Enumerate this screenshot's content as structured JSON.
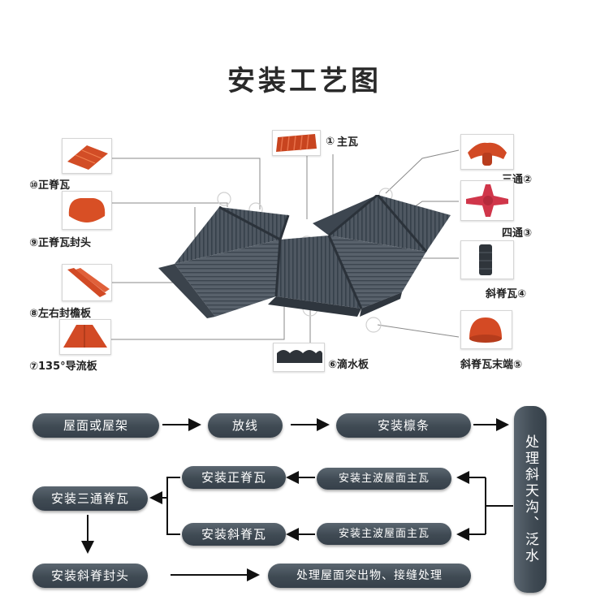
{
  "title": "安装工艺图",
  "parts": [
    {
      "num": "①",
      "text": "主瓦"
    },
    {
      "num": "②",
      "text": "三通"
    },
    {
      "num": "③",
      "text": "四通"
    },
    {
      "num": "④",
      "text": "斜脊瓦"
    },
    {
      "num": "⑤",
      "text": "斜脊瓦末端"
    },
    {
      "num": "⑥",
      "text": "滴水板"
    },
    {
      "num": "⑦",
      "text": "135°导流板"
    },
    {
      "num": "⑧",
      "text": "左右封檐板"
    },
    {
      "num": "⑨",
      "text": "正脊瓦封头"
    },
    {
      "num": "⑩",
      "text": "正脊瓦"
    }
  ],
  "flow": {
    "roof_frame": "屋面或屋架",
    "set_out": "放线",
    "install_purlin": "安装檩条",
    "handle_valley": "处理斜天沟、泛水",
    "main_tile_a": "安装主波屋面主瓦",
    "main_tile_b": "安装主波屋面主瓦",
    "ridge_tile": "安装正脊瓦",
    "hip_tile": "安装斜脊瓦",
    "three_way": "安装三通脊瓦",
    "hip_end": "安装斜脊封头",
    "finish": "处理屋面突出物、接缝处理"
  },
  "colors": {
    "tile_orange": "#d9512b",
    "roof_slate": "#4a525c",
    "pill": "#434d56"
  }
}
